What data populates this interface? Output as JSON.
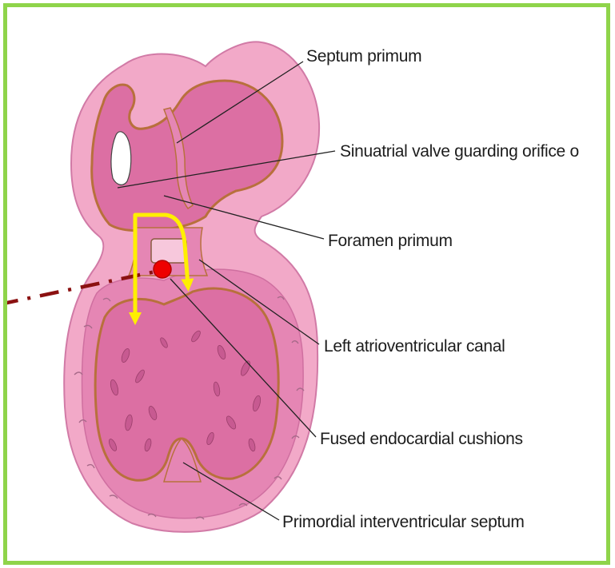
{
  "labels": {
    "septum_primum": "Septum primum",
    "sinuatrial_valve": "Sinuatrial valve guarding orifice o",
    "foramen_primum": "Foramen primum",
    "left_av_canal": "Left atrioventricular canal",
    "fused_cushions": "Fused endocardial cushions",
    "interventricular_septum": "Primordial interventricular septum"
  },
  "colors": {
    "frame_border": "#8fd44a",
    "tissue_outer": "#f2a9c8",
    "tissue_wall": "#e586b4",
    "cavity": "#dc6fa3",
    "cavity_rim": "#b8703c",
    "leader_lines": "#222222",
    "flow_arrows": "#ffef00",
    "marker_dot": "#ee0000",
    "dashed_pointer": "#8b1111"
  }
}
